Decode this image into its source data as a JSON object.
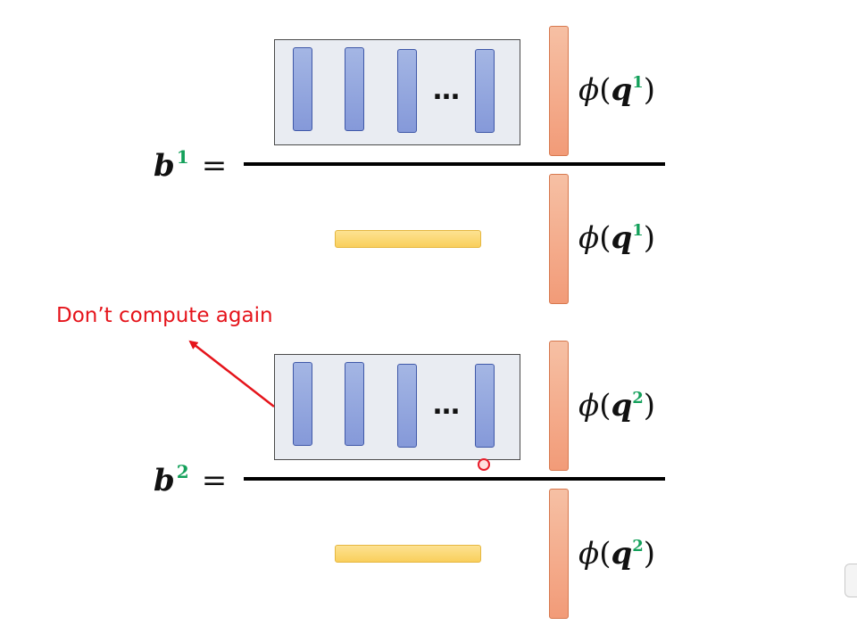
{
  "eq1": {
    "var": "b",
    "sup": "1",
    "equals": "="
  },
  "eq2": {
    "var": "b",
    "sup": "2",
    "equals": "="
  },
  "phi_terms": {
    "phi": "ϕ",
    "q": "q",
    "open": "(",
    "close": ")",
    "sup_1": "1",
    "sup_2": "2"
  },
  "dots": "…",
  "annotation": "Don’t compute again",
  "colors": {
    "accent_green": "#13a05a",
    "annotation_red": "#e5141b",
    "vector_blue": "#8599d9",
    "vector_orange": "#f29b78",
    "bar_yellow": "#f9cf5c"
  }
}
